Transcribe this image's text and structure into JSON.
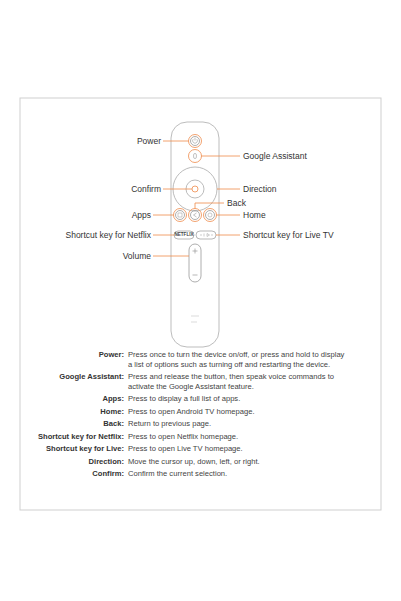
{
  "diagram": {
    "labels": [
      "Power",
      "Google Assistant",
      "Confirm",
      "Direction",
      "Back",
      "Apps",
      "Home",
      "Shortcut key for Netflix",
      "Shortcut key for Live TV",
      "Volume",
      "NETFLIX",
      "Power:",
      "Press once to turn the device on/off, or press and hold to display a list of options such as turning off and restarting the device.",
      "Google Assistant:",
      "Press and release the button, then speak voice commands to activate the Google Assistant feature.",
      "Apps:",
      "Press to display a full list of apps.",
      "Home:",
      "Press to open Android TV homepage.",
      "Back:",
      "Return to previous page.",
      "Shortcut key for Netflix:",
      "Press to open Netflix homepage.",
      "Shortcut key for Live:",
      "Press to open Live TV homepage.",
      "Direction:",
      "Move the cursor up, down, left, or right.",
      "Confirm:",
      "Confirm the current selection."
    ]
  }
}
